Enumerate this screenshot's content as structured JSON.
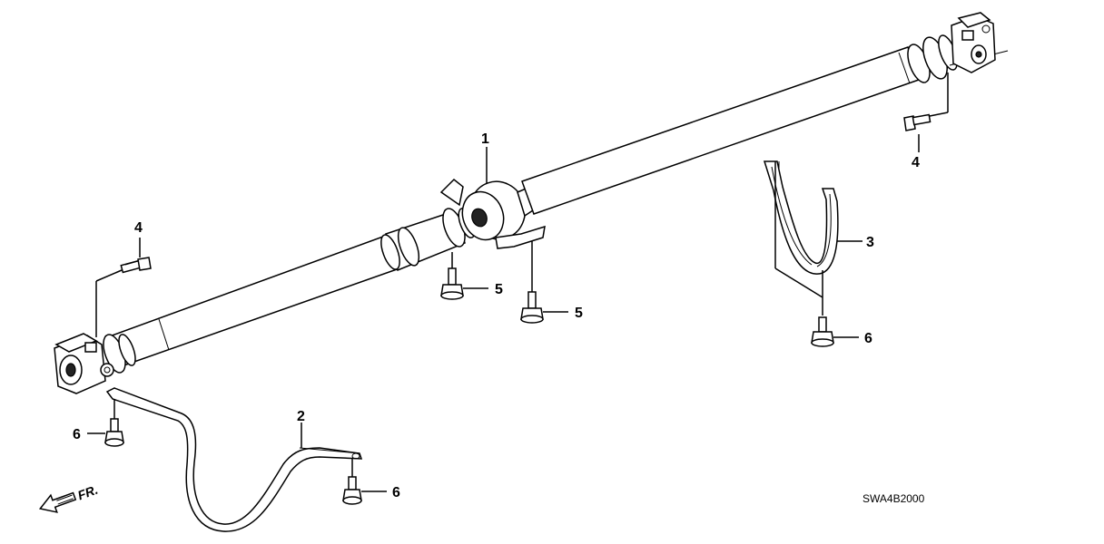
{
  "diagram": {
    "diagram_code": "SWA4B2000",
    "front_indicator": "FR.",
    "callouts": [
      {
        "id": "shaft",
        "label": "1"
      },
      {
        "id": "rear-strap",
        "label": "2"
      },
      {
        "id": "front-strap",
        "label": "3"
      },
      {
        "id": "bolt-rear-joint",
        "label": "4"
      },
      {
        "id": "bolt-front-joint",
        "label": "4"
      },
      {
        "id": "bolt-bearing-left",
        "label": "5"
      },
      {
        "id": "bolt-bearing-right",
        "label": "5"
      },
      {
        "id": "bolt-strap2-left",
        "label": "6"
      },
      {
        "id": "bolt-strap2-right",
        "label": "6"
      },
      {
        "id": "bolt-strap3",
        "label": "6"
      }
    ]
  }
}
